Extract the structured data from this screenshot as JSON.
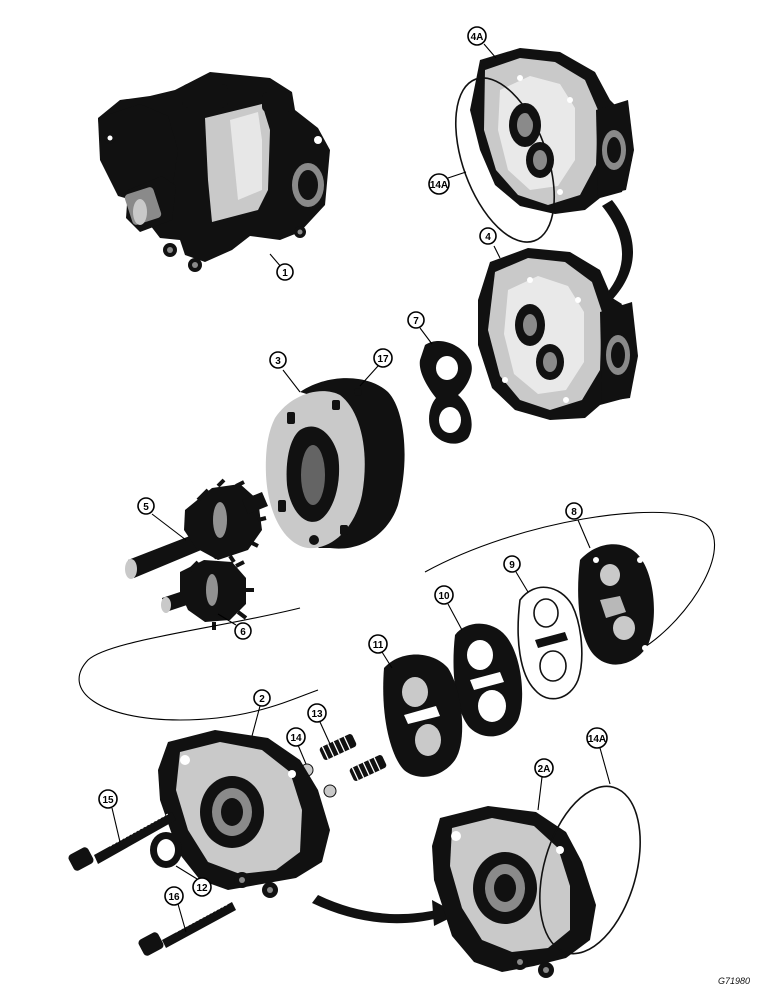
{
  "callouts": [
    {
      "id": "1",
      "label": "1"
    },
    {
      "id": "4A",
      "label": "4A"
    },
    {
      "id": "14A-top",
      "label": "14A"
    },
    {
      "id": "4",
      "label": "4"
    },
    {
      "id": "7",
      "label": "7"
    },
    {
      "id": "3",
      "label": "3"
    },
    {
      "id": "17",
      "label": "17"
    },
    {
      "id": "5",
      "label": "5"
    },
    {
      "id": "6",
      "label": "6"
    },
    {
      "id": "8",
      "label": "8"
    },
    {
      "id": "9",
      "label": "9"
    },
    {
      "id": "10",
      "label": "10"
    },
    {
      "id": "11",
      "label": "11"
    },
    {
      "id": "2",
      "label": "2"
    },
    {
      "id": "14",
      "label": "14"
    },
    {
      "id": "13",
      "label": "13"
    },
    {
      "id": "14A-bottom",
      "label": "14A"
    },
    {
      "id": "2A",
      "label": "2A"
    },
    {
      "id": "15",
      "label": "15"
    },
    {
      "id": "12",
      "label": "12"
    },
    {
      "id": "16",
      "label": "16"
    }
  ],
  "reference_code": "G71980"
}
